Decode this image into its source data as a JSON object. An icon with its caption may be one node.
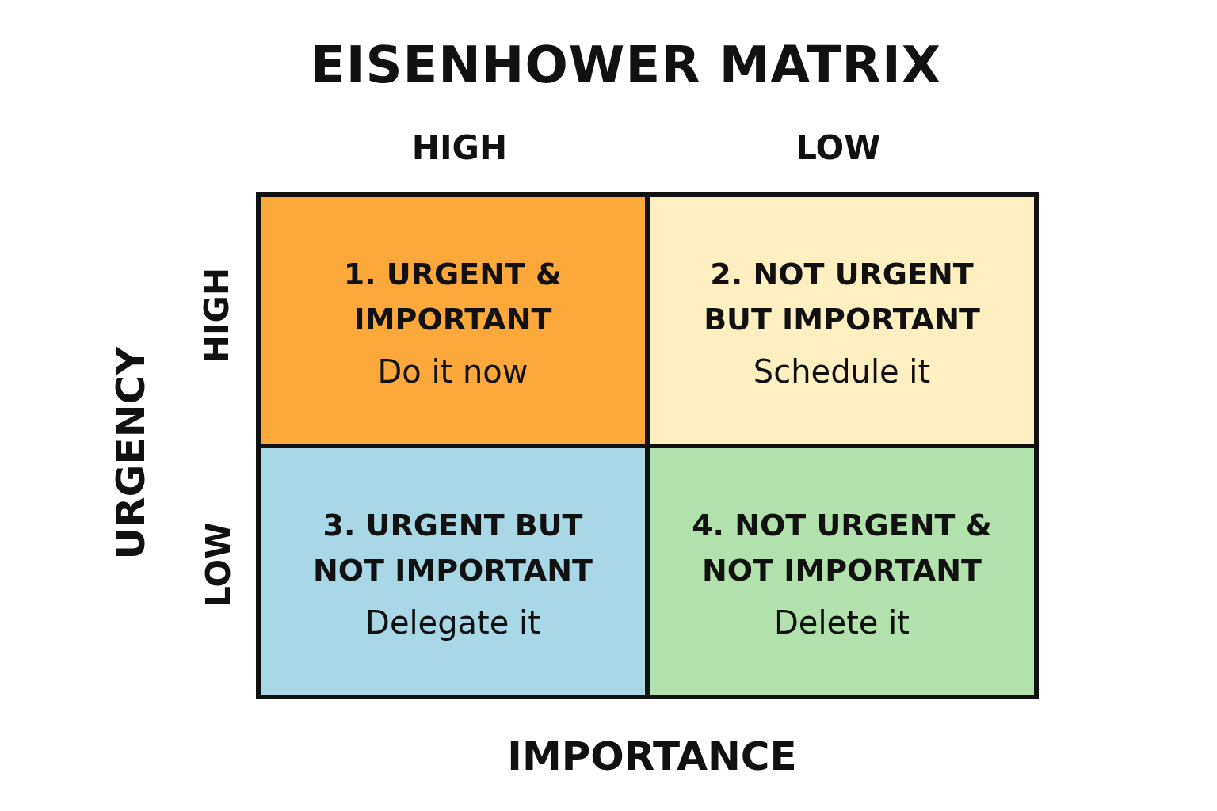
{
  "diagram": {
    "title": "EISENHOWER MATRIX",
    "nodes": [
      {
        "text": [
          "1. URGENT & IMPORTANT",
          "Do it now"
        ]
      },
      {
        "text": [
          "2. NOT URGENT BUT IMPORTANT",
          "Schedule it"
        ]
      },
      {
        "text": [
          "3. URGENT BUT NOT IMPORTANT",
          "Delegate it"
        ]
      },
      {
        "text": [
          "4. NOT URGENT & NOT IMPORTANT",
          "Delete it"
        ]
      }
    ],
    "edges": [],
    "labels": [
      "HIGH",
      "LOW",
      "URGENCY",
      "HIGH",
      "LOW",
      "IMPORTANCE"
    ]
  }
}
